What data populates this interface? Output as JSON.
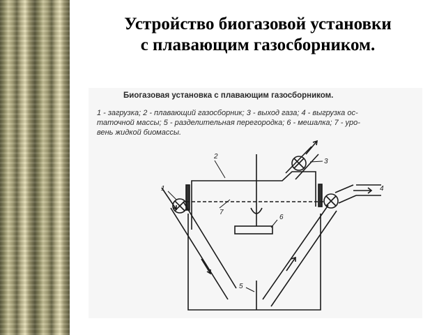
{
  "slide": {
    "title_line1": "Устройство биогазовой установки",
    "title_line2": "с плавающим газосборником."
  },
  "figure": {
    "title": "Биогазовая установка с плавающим газосборником.",
    "caption_lines": [
      "1 - загрузка; 2 - плавающий газосборник; 3 - выход газа; 4 - выгрузка ос-",
      "таточной массы; 5 - разделительная перегородка; 6 - мешалка; 7 - уро-",
      "вень жидкой биомассы."
    ],
    "labels": {
      "l1": "1",
      "l2": "2",
      "l3": "3",
      "l4": "4",
      "l5": "5",
      "l6": "6",
      "l7": "7"
    }
  }
}
